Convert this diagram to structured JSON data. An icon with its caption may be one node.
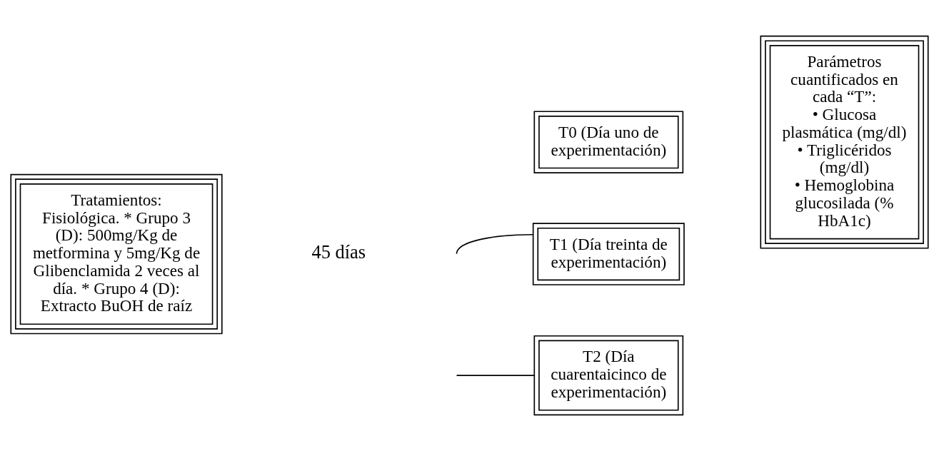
{
  "diagram": {
    "nodes": [
      {
        "text": [
          "Tratamientos:",
          "Fisiológica. * Grupo 3 (D): 500mg/Kg de metformina y 5mg/Kg de Glibenclamida 2 veces al día. * Grupo 4 (D): Extracto BuOH de raíz"
        ]
      },
      {
        "text": [
          "T0 (Día uno de experimentación)"
        ]
      },
      {
        "text": [
          "T1 (Día treinta de experimentación)"
        ]
      },
      {
        "text": [
          "T2 (Día cuarentaicinco de experimentación)"
        ]
      },
      {
        "text": [
          "Parámetros cuantificados en cada “T”:",
          "• Glucosa plasmática (mg/dl)",
          "• Triglicéridos (mg/dl)",
          "• Hemoglobina glucosilada (% HbA1c)"
        ]
      }
    ],
    "edges": [
      {
        "from": null,
        "to": 2,
        "arrow": "none"
      },
      {
        "from": null,
        "to": 3,
        "arrow": "none"
      }
    ],
    "labels": [
      "45 días"
    ]
  }
}
